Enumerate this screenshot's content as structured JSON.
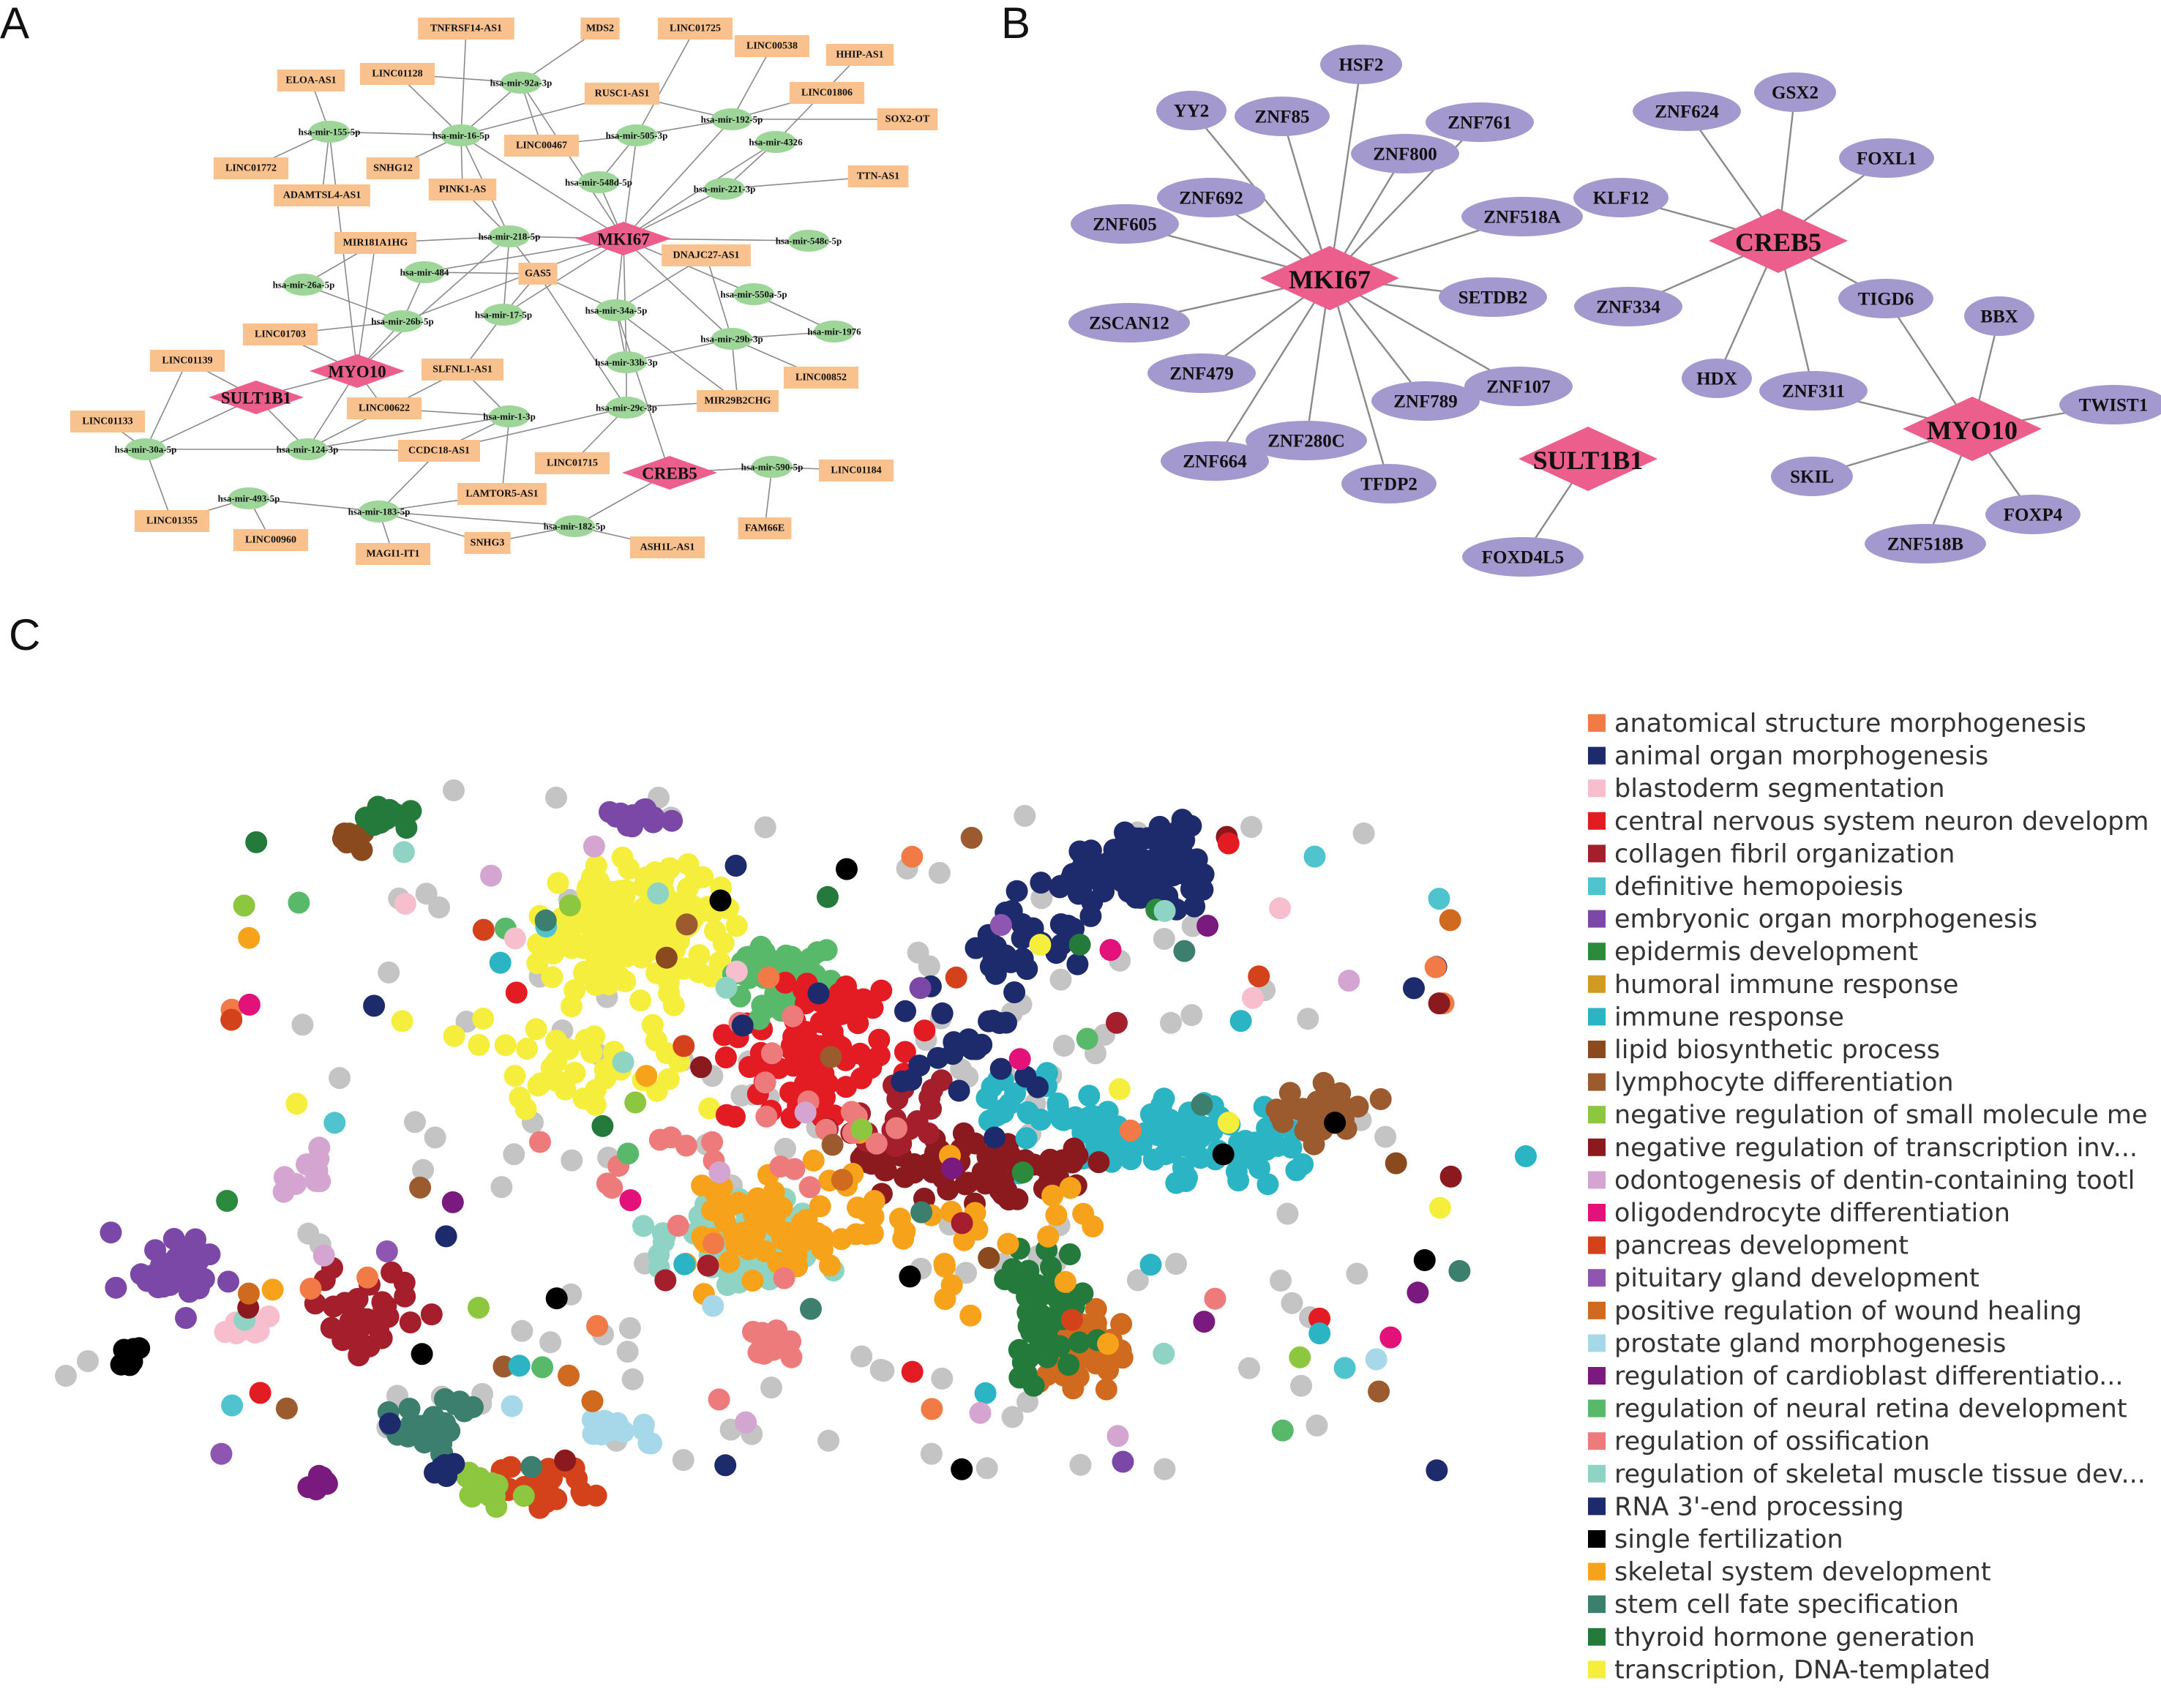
{
  "panels": {
    "a": "A",
    "b": "B",
    "c": "C"
  },
  "colors": {
    "lnc_node": "#f8c18e",
    "mir_node": "#9ed69a",
    "hub_node": "#ec5f8d",
    "tf_node": "#a399cf",
    "edge": "#8a8a8a",
    "gray_points": "#c4c4c4"
  },
  "panel_a": {
    "hubs": [
      "MKI67",
      "MYO10",
      "SULT1B1",
      "CREB5"
    ],
    "mirnas": [
      "hsa-mir-92a-3p",
      "hsa-mir-155-5p",
      "hsa-mir-16-5p",
      "hsa-mir-505-3p",
      "hsa-mir-192-5p",
      "hsa-mir-4326",
      "hsa-mir-548d-5p",
      "hsa-mir-221-3p",
      "hsa-mir-218-5p",
      "hsa-mir-548c-5p",
      "hsa-mir-26a-5p",
      "hsa-mir-484",
      "hsa-mir-26b-5p",
      "hsa-mir-17-5p",
      "hsa-mir-34a-5p",
      "hsa-mir-550a-5p",
      "hsa-mir-29b-3p",
      "hsa-mir-1976",
      "hsa-mir-33b-3p",
      "hsa-mir-29c-3p",
      "hsa-mir-1-3p",
      "hsa-mir-30a-5p",
      "hsa-mir-124-3p",
      "hsa-mir-493-5p",
      "hsa-mir-183-5p",
      "hsa-mir-182-5p",
      "hsa-mir-590-5p"
    ],
    "lncrnas": [
      "TNFRSF14-AS1",
      "MDS2",
      "LINC01725",
      "ELOA-AS1",
      "LINC01128",
      "LINC00538",
      "HHIP-AS1",
      "RUSC1-AS1",
      "LINC01806",
      "SOX2-OT",
      "LINC00467",
      "LINC01772",
      "SNHG12",
      "PINK1-AS",
      "TTN-AS1",
      "ADAMTSL4-AS1",
      "MIR181A1HG",
      "DNAJC27-AS1",
      "GAS5",
      "LINC01703",
      "LINC01139",
      "SLFNL1-AS1",
      "LINC00852",
      "LINC00622",
      "MIR29B2CHG",
      "LINC01133",
      "CCDC18-AS1",
      "LINC01715",
      "LINC01184",
      "LINC01355",
      "LAMTOR5-AS1",
      "FAM66E",
      "LINC00960",
      "SNHG3",
      "ASH1L-AS1",
      "MAGI1-IT1"
    ]
  },
  "panel_b": {
    "hubs": [
      "MKI67",
      "CREB5",
      "SULT1B1",
      "MYO10"
    ],
    "tfs": [
      "HSF2",
      "YY2",
      "ZNF85",
      "ZNF761",
      "ZNF800",
      "ZNF692",
      "ZNF518A",
      "ZNF605",
      "SETDB2",
      "ZSCAN12",
      "ZNF479",
      "ZNF107",
      "ZNF789",
      "ZNF280C",
      "ZNF664",
      "TFDP2",
      "ZNF624",
      "GSX2",
      "FOXL1",
      "KLF12",
      "ZNF334",
      "TIGD6",
      "BBX",
      "HDX",
      "ZNF311",
      "TWIST1",
      "SKIL",
      "FOXP4",
      "ZNF518B",
      "FOXD4L5"
    ]
  },
  "chart_data": {
    "type": "scatter",
    "title": "",
    "xlabel": "",
    "ylabel": "",
    "grid": false,
    "axes": false,
    "legend_position": "right",
    "legend": [
      {
        "label": "anatomical structure morphogenesis",
        "color": "#f27a46"
      },
      {
        "label": "animal organ morphogenesis",
        "color": "#1d2a6b"
      },
      {
        "label": "blastoderm segmentation",
        "color": "#f7bfcd"
      },
      {
        "label": "central nervous system neuron developm",
        "color": "#e31b23"
      },
      {
        "label": "collagen fibril organization",
        "color": "#a41e2b"
      },
      {
        "label": "definitive hemopoiesis",
        "color": "#4fc4cf"
      },
      {
        "label": "embryonic organ morphogenesis",
        "color": "#7b48a8"
      },
      {
        "label": "epidermis development",
        "color": "#2c8a3d"
      },
      {
        "label": "humoral immune response",
        "color": "#d19a20"
      },
      {
        "label": "immune response",
        "color": "#2bb5c4"
      },
      {
        "label": "lipid biosynthetic process",
        "color": "#8a4a1e"
      },
      {
        "label": "lymphocyte differentiation",
        "color": "#9c5b2e"
      },
      {
        "label": "negative regulation of small molecule me",
        "color": "#8dc63f"
      },
      {
        "label": "negative regulation of transcription inv...",
        "color": "#8b1a1f"
      },
      {
        "label": "odontogenesis of dentin-containing tootl",
        "color": "#d4a5d0"
      },
      {
        "label": "oligodendrocyte differentiation",
        "color": "#e2127a"
      },
      {
        "label": "pancreas development",
        "color": "#d4421c"
      },
      {
        "label": "pituitary gland development",
        "color": "#8e56b0"
      },
      {
        "label": "positive regulation of wound healing",
        "color": "#cf6a1f"
      },
      {
        "label": "prostate gland morphogenesis",
        "color": "#a7d8ea"
      },
      {
        "label": "regulation of cardioblast differentiatio...",
        "color": "#7a1a7f"
      },
      {
        "label": "regulation of neural retina development",
        "color": "#58b96a"
      },
      {
        "label": "regulation of ossification",
        "color": "#ee7b7b"
      },
      {
        "label": "regulation of skeletal muscle tissue dev...",
        "color": "#8fd3c4"
      },
      {
        "label": "RNA 3'-end processing",
        "color": "#1d2a6b"
      },
      {
        "label": "single fertilization",
        "color": "#000000"
      },
      {
        "label": "skeletal system development",
        "color": "#f7a21b"
      },
      {
        "label": "stem cell fate specification",
        "color": "#3c7f6e"
      },
      {
        "label": "thyroid hormone generation",
        "color": "#237a3b"
      },
      {
        "label": "transcription, DNA-templated",
        "color": "#f6ee3c"
      }
    ]
  }
}
